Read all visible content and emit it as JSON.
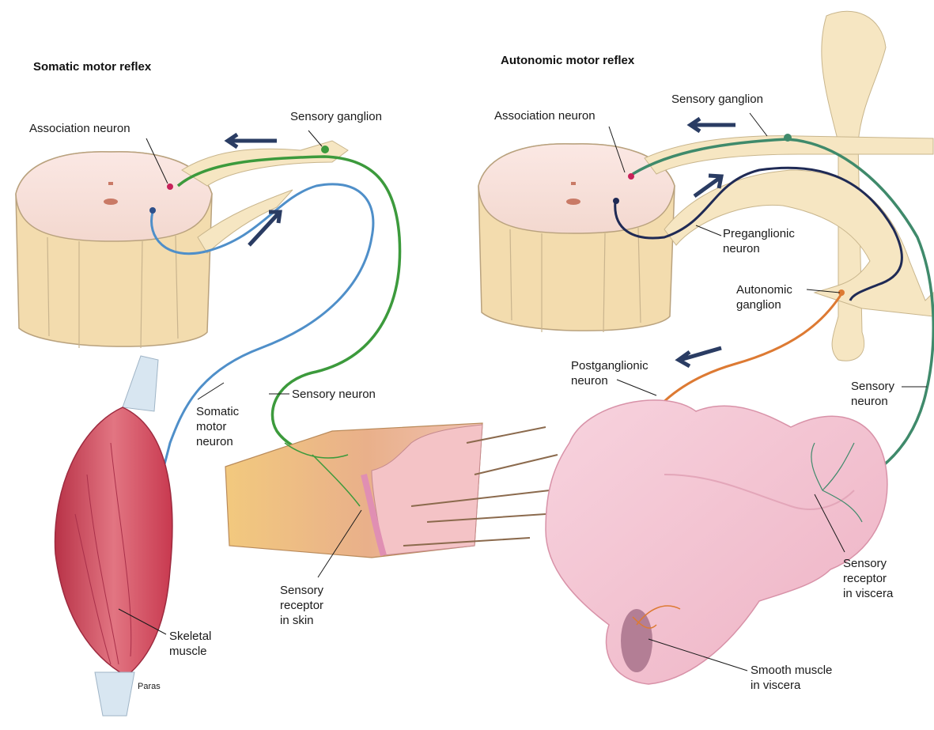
{
  "somatic": {
    "title": "Somatic motor reflex",
    "labels": {
      "association_neuron": "Association neuron",
      "sensory_ganglion": "Sensory ganglion",
      "somatic_motor_neuron": "Somatic\nmotor\nneuron",
      "sensory_neuron": "Sensory neuron",
      "sensory_receptor_skin": "Sensory\nreceptor\nin skin",
      "skeletal_muscle": "Skeletal\nmuscle"
    },
    "signature": "Paras"
  },
  "autonomic": {
    "title": "Autonomic motor reflex",
    "labels": {
      "association_neuron": "Association neuron",
      "sensory_ganglion": "Sensory ganglion",
      "preganglionic_neuron": "Preganglionic\nneuron",
      "autonomic_ganglion": "Autonomic\nganglion",
      "postganglionic_neuron": "Postganglionic\nneuron",
      "sensory_neuron": "Sensory\nneuron",
      "sensory_receptor_viscera": "Sensory\nreceptor\nin viscera",
      "smooth_muscle_viscera": "Smooth muscle\nin viscera"
    }
  },
  "colors": {
    "sensory_neuron": "#3c9a3c",
    "somatic_motor_neuron": "#4f8fc9",
    "preganglionic_neuron": "#1f2a55",
    "postganglionic_neuron": "#dd7a33",
    "nerve_tissue": "#f6e6c2",
    "spinal_cord": "#f8e3e0",
    "muscle": "#cf4b5e",
    "viscera": "#f4c6d3"
  }
}
